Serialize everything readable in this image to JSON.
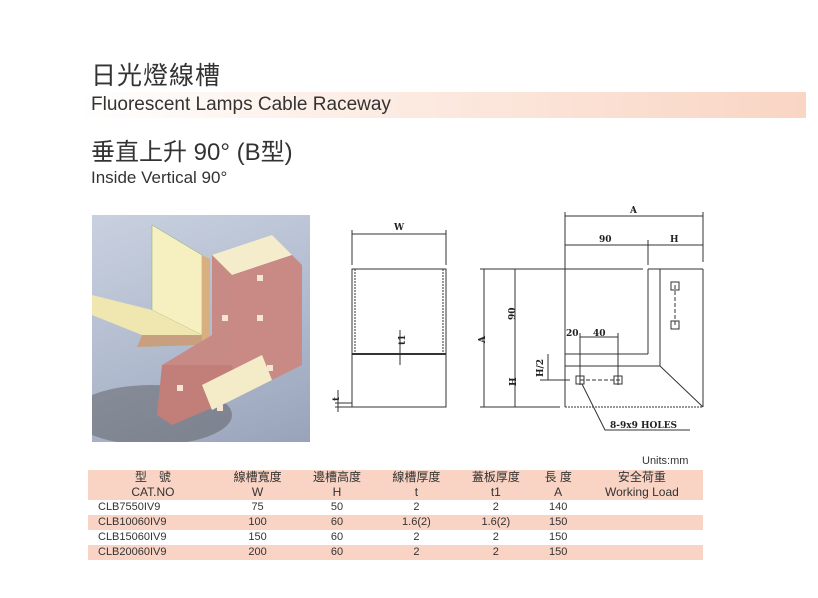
{
  "header": {
    "title_cn": "日光燈線槽",
    "title_en": "Fluorescent Lamps Cable Raceway"
  },
  "product": {
    "name_cn": "垂直上升 90° (B型)",
    "name_en": "Inside Vertical 90°"
  },
  "drawing": {
    "labels": {
      "w": "W",
      "t1": "t1",
      "t": "t",
      "a_top": "A",
      "ninety_top": "90",
      "h_top": "H",
      "a_side": "A",
      "ninety_side": "90",
      "h_side": "H",
      "h_half": "H/2",
      "twenty": "20",
      "forty": "40",
      "holes": "8-9x9 HOLES"
    }
  },
  "table": {
    "units": "Units:mm",
    "headers_cn": [
      "型　號",
      "線槽寬度",
      "邊槽高度",
      "線槽厚度",
      "蓋板厚度",
      "長 度",
      "安全荷重"
    ],
    "headers_en": [
      "CAT.NO",
      "W",
      "H",
      "t",
      "t1",
      "A",
      "Working Load"
    ],
    "rows": [
      [
        "CLB7550IV9",
        "75",
        "50",
        "2",
        "2",
        "140",
        ""
      ],
      [
        "CLB10060IV9",
        "100",
        "60",
        "1.6(2)",
        "1.6(2)",
        "150",
        ""
      ],
      [
        "CLB15060IV9",
        "150",
        "60",
        "2",
        "2",
        "150",
        ""
      ],
      [
        "CLB20060IV9",
        "200",
        "60",
        "2",
        "2",
        "150",
        ""
      ]
    ]
  }
}
